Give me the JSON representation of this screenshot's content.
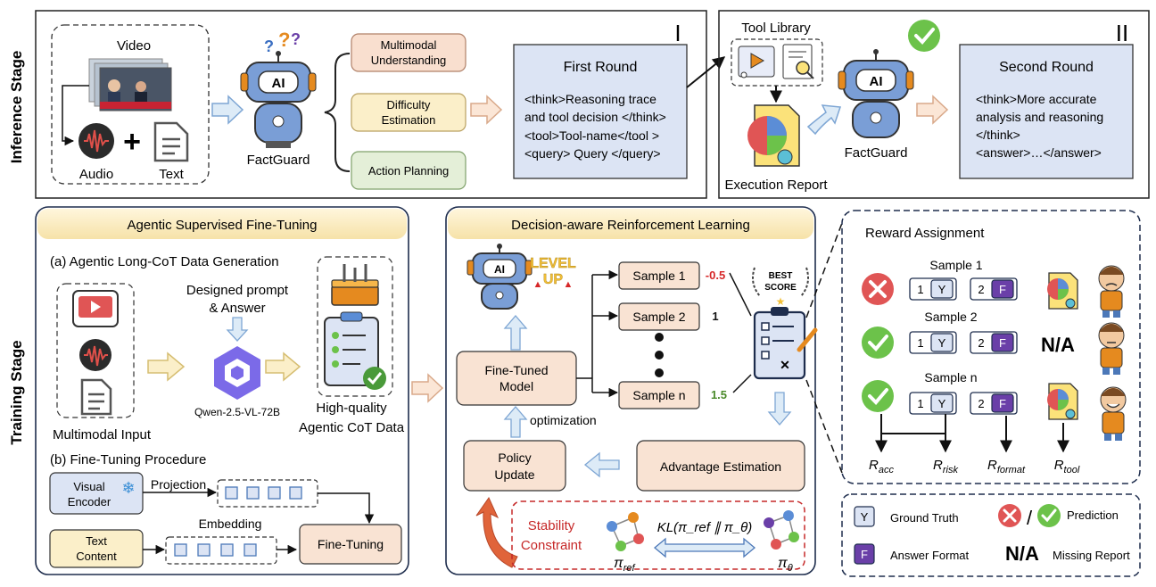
{
  "inference": {
    "stage_label": "Inference Stage",
    "roman_1": "I",
    "roman_2": "II",
    "video_label": "Video",
    "audio_label": "Audio",
    "text_label": "Text",
    "plus": "+",
    "factguard_label": "FactGuard",
    "tasks": [
      {
        "line1": "Multimodal",
        "line2": "Understanding",
        "color": "#f9dfcf"
      },
      {
        "line1": "Difficulty",
        "line2": "Estimation",
        "color": "#fbefc9"
      },
      {
        "line1": "Action Planning",
        "line2": "",
        "color": "#e4efd8"
      }
    ],
    "first_round": {
      "title": "First Round",
      "lines": [
        "<think>Reasoning trace",
        "and tool decision </think>",
        "<tool>Tool-name</tool >",
        "<query> Query </query>"
      ]
    },
    "tool_library": "Tool Library",
    "execution_report": "Execution Report",
    "factguard_label_2": "FactGuard",
    "second_round": {
      "title": "Second Round",
      "lines": [
        "<think>More accurate",
        "analysis and reasoning",
        "</think>",
        "<answer>…</answer>"
      ]
    }
  },
  "training": {
    "stage_label": "Training Stage",
    "sft": {
      "title": "Agentic Supervised Fine-Tuning",
      "part_a": "(a) Agentic Long-CoT Data Generation",
      "prompt_line1": "Designed prompt",
      "prompt_line2": "& Answer",
      "model_name": "Qwen-2.5-VL-72B",
      "multimodal_input": "Multimodal Input",
      "hq_line1": "High-quality",
      "hq_line2": "Agentic CoT Data",
      "part_b": "(b) Fine-Tuning Procedure",
      "visual_encoder_1": "Visual",
      "visual_encoder_2": "Encoder",
      "projection": "Projection",
      "embedding": "Embedding",
      "text_content_1": "Text",
      "text_content_2": "Content",
      "fine_tuning": "Fine-Tuning"
    },
    "rl": {
      "title": "Decision-aware Reinforcement Learning",
      "level_1": "LEVEL",
      "level_2": "UP",
      "samples": [
        {
          "label": "Sample 1",
          "reward": "-0.5",
          "reward_color": "#d62728"
        },
        {
          "label": "Sample 2",
          "reward": "1",
          "reward_color": "#111111"
        },
        {
          "label": "Sample n",
          "reward": "1.5",
          "reward_color": "#4a8a2a"
        }
      ],
      "model_1": "Fine-Tuned",
      "model_2": "Model",
      "optimization": "optimization",
      "policy_1": "Policy",
      "policy_2": "Update",
      "advantage": "Advantage Estimation",
      "stability_1": "Stability",
      "stability_2": "Constraint",
      "kl": "KL(π_ref ∥ π_θ)",
      "pi_ref": "π_ref",
      "pi_theta": "π_θ",
      "best_1": "BEST",
      "best_2": "SCORE"
    },
    "reward": {
      "title": "Reward Assignment",
      "samples": [
        "Sample 1",
        "Sample 2",
        "Sample n"
      ],
      "na": "N/A",
      "r_acc": "R_acc",
      "r_risk": "R_risk",
      "r_format": "R_format",
      "r_tool": "R_tool"
    },
    "legend": {
      "y_badge": "Y",
      "ground_truth": "Ground Truth",
      "slash": "/",
      "prediction": "Prediction",
      "f_badge": "F",
      "answer_format": "Answer Format",
      "na": "N/A",
      "missing_report": "Missing Report"
    },
    "badges": {
      "one": "1",
      "two": "2",
      "y": "Y",
      "f": "F"
    }
  },
  "colors": {
    "fill_blue": "#dce4f4",
    "fill_peach": "#f9e3d3",
    "fill_yellow": "#fbefc9",
    "accent_purple": "#6a3fa8",
    "arrow_fill": "#ddebf7",
    "arrow_stroke": "#7ea6d4",
    "red": "#e05555",
    "green": "#6cc24a"
  }
}
